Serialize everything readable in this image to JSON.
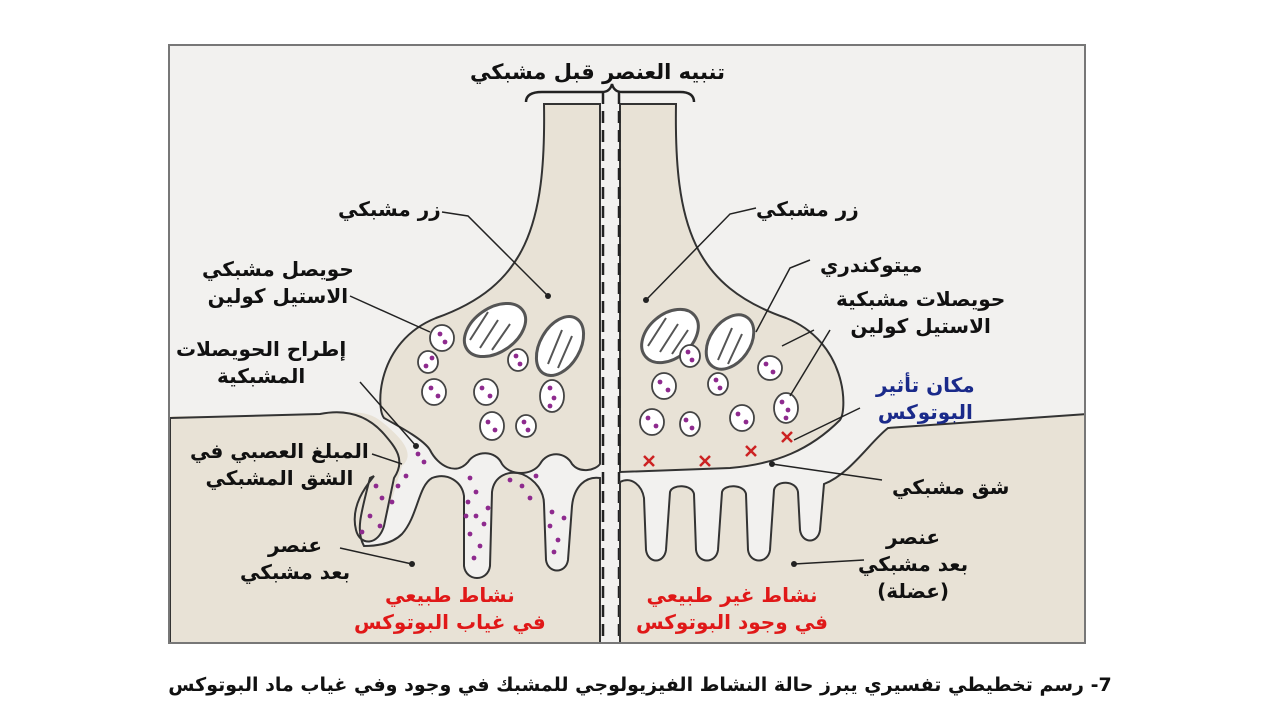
{
  "title": "تنبيه العنصر قبل مشبكي",
  "left": {
    "bouton": "زر مشبكي",
    "vesicle": [
      "حويصل مشبكي",
      "الاستيل كولين"
    ],
    "exocytosis": [
      "إطراح الحويصلات",
      "المشبكية"
    ],
    "transmitter": [
      "المبلغ العصبي في",
      "الشق المشبكي"
    ],
    "postsynaptic": [
      "عنصر",
      "بعد مشبكي"
    ],
    "status": [
      "نشاط طبيعي",
      "في غياب البوتوكس"
    ]
  },
  "right": {
    "bouton": "زر مشبكي",
    "mitochondria": "ميتوكندري",
    "vesicles": [
      "حويصلات مشبكية",
      "الاستيل كولين"
    ],
    "botox_site": [
      "مكان تأثير",
      "البوتوكس"
    ],
    "cleft": "شق مشبكي",
    "postsynaptic": [
      "عنصر",
      "بعد مشبكي",
      "(عضلة)"
    ],
    "status": [
      "نشاط غير طبيعي",
      "في وجود البوتوكس"
    ]
  },
  "caption": "7- رسم تخطيطي تفسيري يبرز حالة النشاط الفيزيولوجي للمشبك في وجود وفي غياب ماد البوتوكس",
  "colors": {
    "terminal": "#e8e2d6",
    "outline": "#333333",
    "vesicle": "#8e2a8e",
    "botox_mark": "#cc2222",
    "normal": "#e01818",
    "botox_text": "#1a2a8a"
  }
}
